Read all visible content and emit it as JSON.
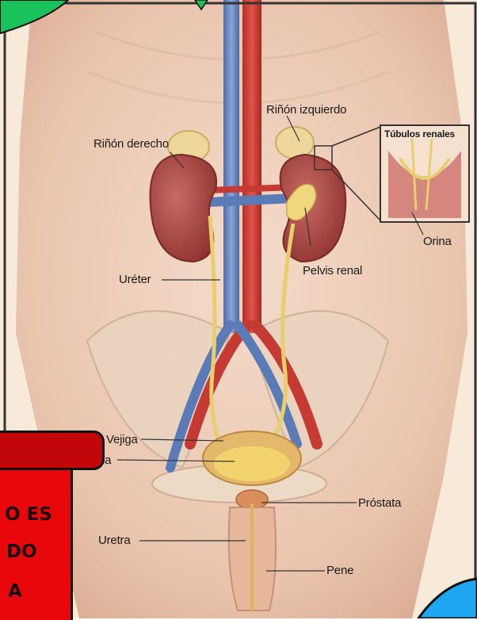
{
  "diagram": {
    "labels": {
      "left_kidney": "Riñón izquierdo",
      "right_kidney": "Riñón derecho",
      "renal_tubules": "Túbulos renales",
      "urine_inset": "Orina",
      "renal_pelvis": "Pelvis renal",
      "ureter": "Uréter",
      "bladder": "Vejiga",
      "urine_bladder": "rina",
      "prostate": "Próstata",
      "urethra": "Uretra",
      "penis": "Pene"
    },
    "overlay_text": [
      "O ES",
      "DO",
      "A"
    ]
  },
  "colors": {
    "red_overlay": "#e8070b",
    "green_corner": "#19c25a",
    "blue_corner": "#1ea6f0"
  }
}
